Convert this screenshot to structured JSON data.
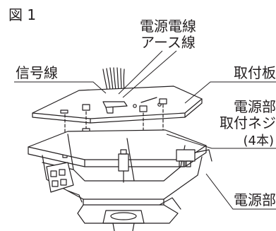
{
  "figure": {
    "caption": "図 1",
    "labels": {
      "power_wire_line1": "電源電線",
      "power_wire_line2": "アース線",
      "signal_wire": "信号線",
      "mounting_plate": "取付板",
      "screw_line1": "電源部",
      "screw_line2": "取付ネジ",
      "screw_count": "(4本)",
      "power_unit": "電源部"
    }
  }
}
